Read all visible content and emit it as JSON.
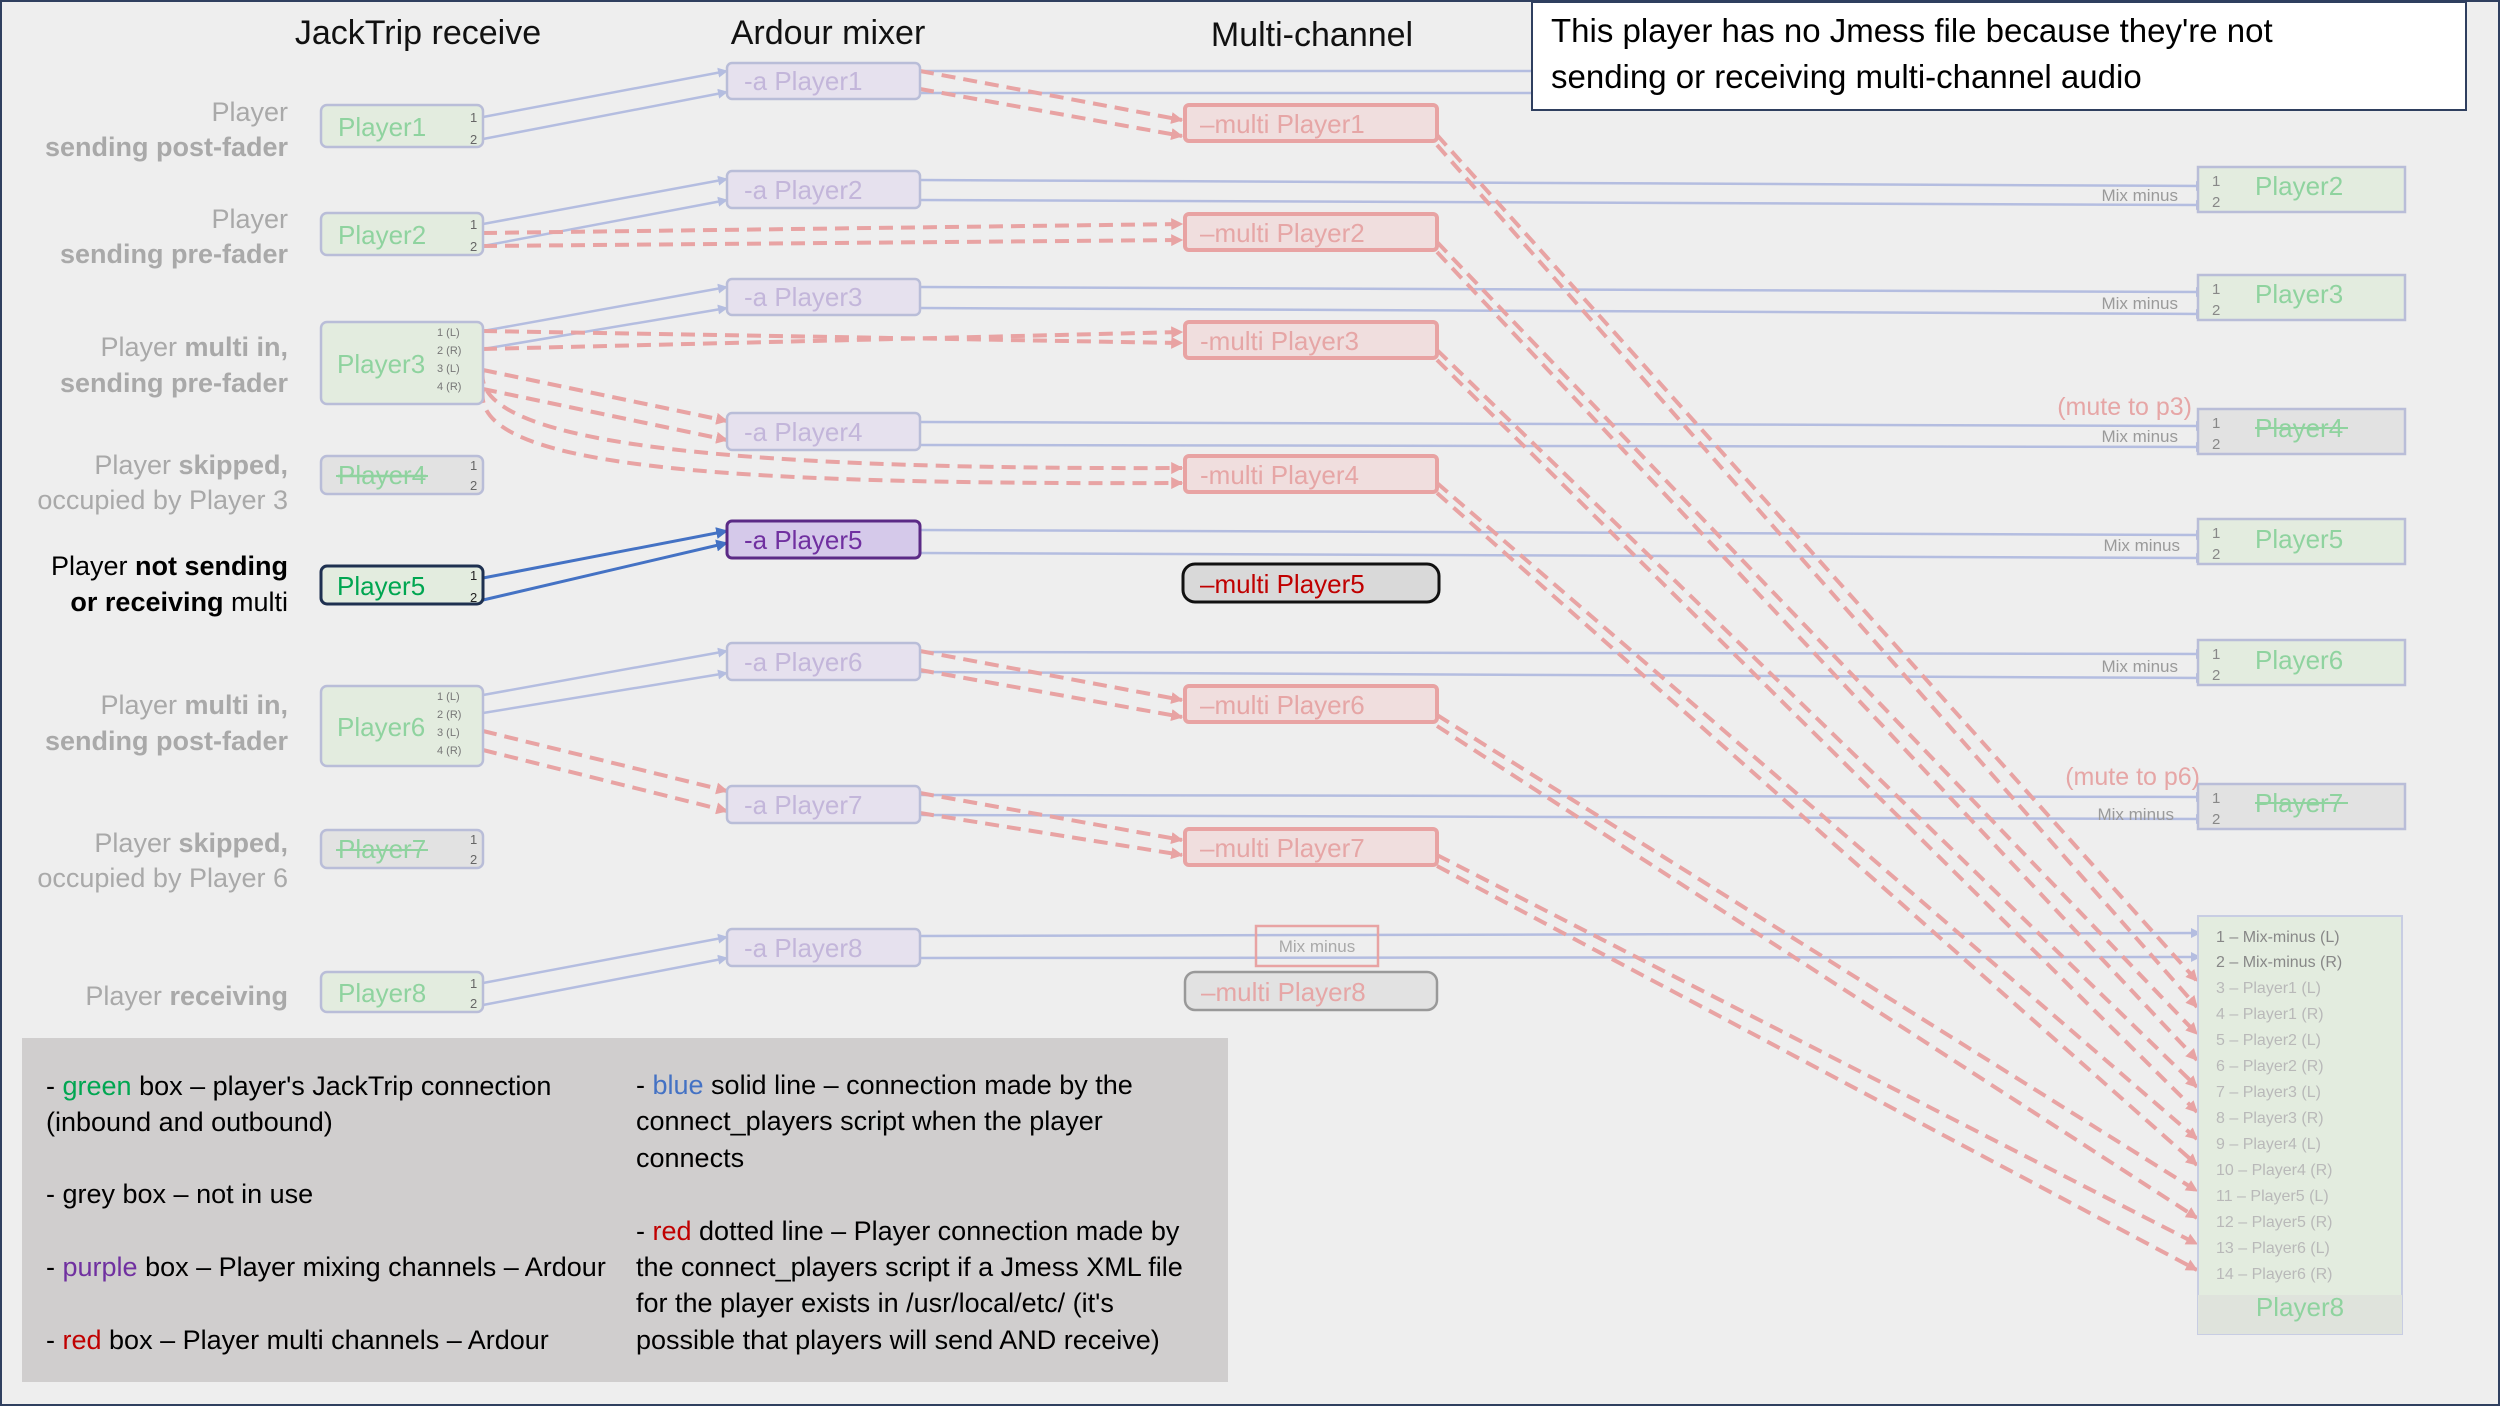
{
  "headers": {
    "jacktrip": "JackTrip receive",
    "ardour": "Ardour mixer",
    "multi": "Multi-channel"
  },
  "callout": {
    "line1": "This player has no Jmess file because they're not",
    "line2": "sending or receiving multi-channel audio"
  },
  "rows": [
    {
      "desc_line1": "Player",
      "desc_line2": "sending post-fader",
      "jt": "Player1",
      "mixer": "-a Player1",
      "multi": "–multi Player1"
    },
    {
      "desc_line1": "Player",
      "desc_line2": "sending pre-fader",
      "jt": "Player2",
      "mixer": "-a Player2",
      "multi": "–multi Player2"
    },
    {
      "desc_line1a": "Player ",
      "desc_line1b": "multi in,",
      "desc_line2": "sending pre-fader",
      "jt": "Player3",
      "mixer": "-a Player3",
      "multi": "-multi Player3"
    },
    {
      "desc_line1a": "Player ",
      "desc_line1b": "skipped,",
      "desc_line2": "occupied by Player 3",
      "jt": "Player4",
      "mixer": "-a Player4",
      "multi": "-multi Player4"
    },
    {
      "desc_line1a": "Player ",
      "desc_line1b": "not sending",
      "desc_line2a": "or receiving",
      "desc_line2b": " multi",
      "jt": "Player5",
      "mixer": "-a Player5",
      "multi": "–multi Player5"
    },
    {
      "desc_line1a": "Player ",
      "desc_line1b": "multi in,",
      "desc_line2": "sending post-fader",
      "jt": "Player6",
      "mixer": "-a Player6",
      "multi": "–multi Player6"
    },
    {
      "desc_line1a": "Player ",
      "desc_line1b": "skipped,",
      "desc_line2": "occupied by Player 6",
      "jt": "Player7",
      "mixer": "-a Player7",
      "multi": "–multi Player7"
    },
    {
      "desc_line1a": "Player ",
      "desc_line1b": "receiving",
      "jt": "Player8",
      "mixer": "-a Player8",
      "multi": "–multi Player8"
    }
  ],
  "ports": {
    "one": "1",
    "two": "2",
    "multi_ports": [
      "1 (L)",
      "2 (R)",
      "3 (L)",
      "4 (R)"
    ]
  },
  "mix_minus": "Mix minus",
  "mute_p3": "(mute to p3)",
  "mute_p6": "(mute to p6)",
  "outputs": [
    "Player2",
    "Player3",
    "Player4",
    "Player5",
    "Player6",
    "Player7"
  ],
  "player8_label": "Player8",
  "player8_ports": [
    "1 – Mix-minus (L)",
    "2 – Mix-minus (R)",
    "3 – Player1 (L)",
    "4 – Player1 (R)",
    "5 – Player2 (L)",
    "6 – Player2 (R)",
    "7 – Player3 (L)",
    "8 – Player3 (R)",
    "9 – Player4 (L)",
    "10 – Player4 (R)",
    "11 – Player5 (L)",
    "12 – Player5 (R)",
    "13 – Player6 (L)",
    "14 – Player6 (R)"
  ],
  "legend": {
    "green_pre": "- ",
    "green_word": "green",
    "green_post": " box – player's JackTrip connection",
    "green_line2": "(inbound and outbound)",
    "grey": "- grey box – not in use",
    "purple_pre": "- ",
    "purple_word": "purple",
    "purple_post": " box – Player mixing channels – Ardour",
    "red_pre": "- ",
    "red_word": "red",
    "red_post": " box – Player multi channels – Ardour",
    "blue_pre": "- ",
    "blue_word": "blue",
    "blue_post": " solid line – connection made by the",
    "blue_line2": "connect_players script when the player",
    "blue_line3": "connects",
    "reddot_pre": "- ",
    "reddot_word": "red",
    "reddot_post": " dotted line – Player connection made by",
    "reddot_line2": "the connect_players script if a Jmess XML file",
    "reddot_line3": "for the player exists in /usr/local/etc/  (it's",
    "reddot_line4": "possible that players will send AND receive)"
  },
  "colors": {
    "background": "#eeeeee",
    "faded_green_fill": "#e3ecdf",
    "faded_green_text": "#8fd39f",
    "faded_purple_fill": "#e6e1ee",
    "faded_purple_text": "#c3b6da",
    "faded_red_fill": "#f0dede",
    "faded_red_text": "#e6a6a6",
    "faded_border": "#b9bdd8",
    "active_green": "#00a651",
    "active_purple": "#7030a0",
    "active_red": "#c00000",
    "active_blue": "#4472c4",
    "legend_bg": "#d0cece"
  }
}
